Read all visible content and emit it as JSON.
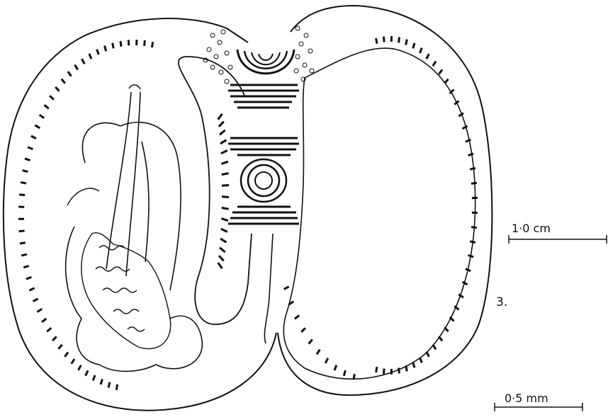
{
  "figure": {
    "number_label": "3.",
    "scale_bars": [
      {
        "label": "1·0 cm"
      },
      {
        "label": "0·5 mm"
      }
    ]
  },
  "colors": {
    "ink": "#111111",
    "paper": "#ffffff"
  }
}
